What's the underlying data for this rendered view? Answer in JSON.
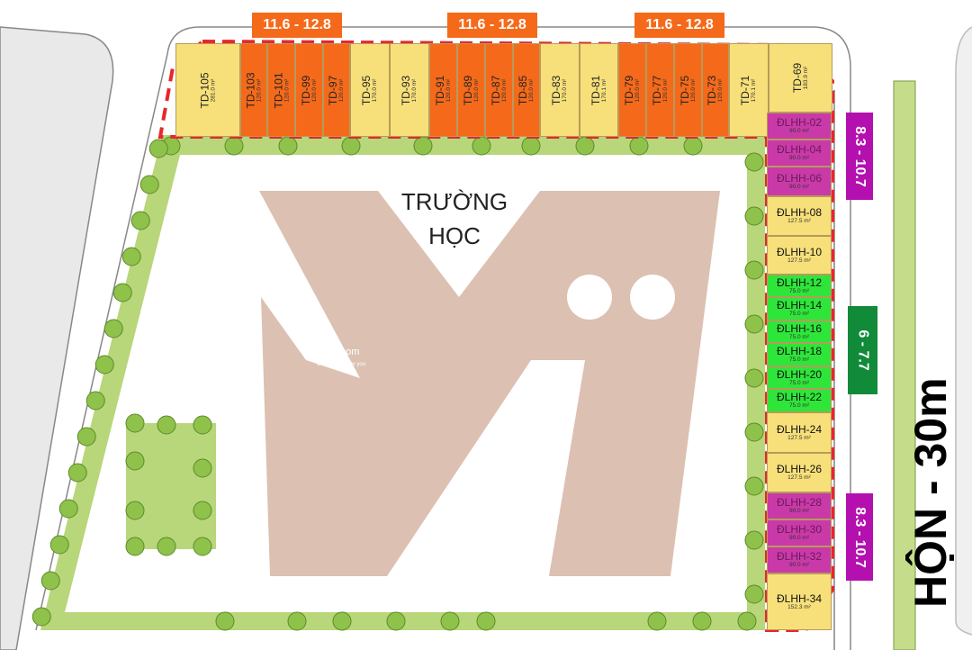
{
  "colors": {
    "yellow": "#f7e07a",
    "orange": "#f46a1a",
    "magenta": "#c93aa8",
    "green": "#2ee63a",
    "label_orange": "#f46a1a",
    "label_magenta": "#b410b0",
    "label_green": "#118a3a",
    "boundary": "#e8262a",
    "school_shape": "#dcc0b2"
  },
  "school_label": {
    "line1": "TRƯỜNG",
    "line2": "HỌC"
  },
  "road_label": "HỘN - 30m",
  "watermark": {
    "brand": "nhnha.com",
    "tagline": "Great choice for you"
  },
  "price_labels": {
    "top": [
      "11.6 - 12.8",
      "11.6 - 12.8",
      "11.6 - 12.8"
    ],
    "right": [
      "8.3 - 10.7",
      "6 - 7.7",
      "8.3 - 10.7"
    ]
  },
  "top_lots": [
    {
      "name": "TD-105",
      "area": "281.0 m²",
      "color": "yellow"
    },
    {
      "name": "TD-103",
      "area": "120.0 m²",
      "color": "orange"
    },
    {
      "name": "TD-101",
      "area": "120.0 m²",
      "color": "orange"
    },
    {
      "name": "TD-99",
      "area": "120.0 m²",
      "color": "orange"
    },
    {
      "name": "TD-97",
      "area": "120.0 m²",
      "color": "orange"
    },
    {
      "name": "TD-95",
      "area": "170.0 m²",
      "color": "yellow"
    },
    {
      "name": "TD-93",
      "area": "170.0 m²",
      "color": "yellow"
    },
    {
      "name": "TD-91",
      "area": "120.0 m²",
      "color": "orange"
    },
    {
      "name": "TD-89",
      "area": "120.0 m²",
      "color": "orange"
    },
    {
      "name": "TD-87",
      "area": "120.0 m²",
      "color": "orange"
    },
    {
      "name": "TD-85",
      "area": "120.0 m²",
      "color": "orange"
    },
    {
      "name": "TD-83",
      "area": "170.0 m²",
      "color": "yellow"
    },
    {
      "name": "TD-81",
      "area": "170.1 m²",
      "color": "yellow"
    },
    {
      "name": "TD-79",
      "area": "120.0 m²",
      "color": "orange"
    },
    {
      "name": "TD-77",
      "area": "120.0 m²",
      "color": "orange"
    },
    {
      "name": "TD-75",
      "area": "120.0 m²",
      "color": "orange"
    },
    {
      "name": "TD-73",
      "area": "120.0 m²",
      "color": "orange"
    },
    {
      "name": "TD-71",
      "area": "170.1 m²",
      "color": "yellow"
    },
    {
      "name": "TD-69",
      "area": "183.9 m²",
      "color": "yellow"
    }
  ],
  "side_lots": [
    {
      "name": "ĐLHH-02",
      "area": "90.0 m²",
      "color": "magenta"
    },
    {
      "name": "ĐLHH-04",
      "area": "90.0 m²",
      "color": "magenta"
    },
    {
      "name": "ĐLHH-06",
      "area": "90.0 m²",
      "color": "magenta"
    },
    {
      "name": "ĐLHH-08",
      "area": "127.5 m²",
      "color": "yellow"
    },
    {
      "name": "ĐLHH-10",
      "area": "127.5 m²",
      "color": "yellow"
    },
    {
      "name": "ĐLHH-12",
      "area": "75.0 m²",
      "color": "green"
    },
    {
      "name": "ĐLHH-14",
      "area": "75.0 m²",
      "color": "green"
    },
    {
      "name": "ĐLHH-16",
      "area": "75.0 m²",
      "color": "green"
    },
    {
      "name": "ĐLHH-18",
      "area": "75.0 m²",
      "color": "green"
    },
    {
      "name": "ĐLHH-20",
      "area": "75.0 m²",
      "color": "green"
    },
    {
      "name": "ĐLHH-22",
      "area": "75.0 m²",
      "color": "green"
    },
    {
      "name": "ĐLHH-24",
      "area": "127.5 m²",
      "color": "yellow"
    },
    {
      "name": "ĐLHH-26",
      "area": "127.5 m²",
      "color": "yellow"
    },
    {
      "name": "ĐLHH-28",
      "area": "90.0 m²",
      "color": "magenta"
    },
    {
      "name": "ĐLHH-30",
      "area": "90.0 m²",
      "color": "magenta"
    },
    {
      "name": "ĐLHH-32",
      "area": "90.0 m²",
      "color": "magenta"
    },
    {
      "name": "ĐLHH-34",
      "area": "152.3 m²",
      "color": "yellow"
    }
  ]
}
